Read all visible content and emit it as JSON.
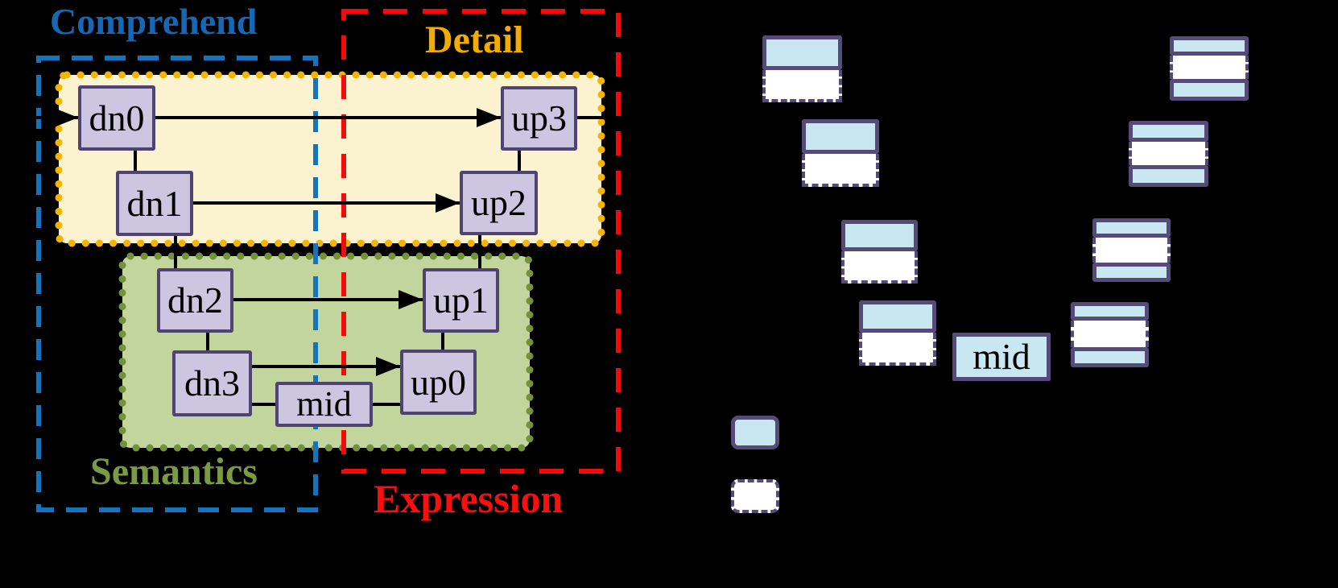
{
  "diagram": {
    "labels": {
      "comprehend": "Comprehend",
      "detail": "Detail",
      "semantics": "Semantics",
      "expression": "Expression"
    },
    "nodes": {
      "dn0": "dn0",
      "dn1": "dn1",
      "dn2": "dn2",
      "dn3": "dn3",
      "mid": "mid",
      "up0": "up0",
      "up1": "up1",
      "up2": "up2",
      "up3": "up3"
    }
  },
  "right_panel": {
    "mid_label": "mid"
  },
  "colors": {
    "bg": "#000000",
    "blue-text": "#1468B4",
    "blue-dash": "#1474BE",
    "gold-text": "#F2AC00",
    "gold-dot": "#F5B400",
    "panel-yellow": "#FBF2D0",
    "olive-text": "#7A9A43",
    "olive-dot": "#74923E",
    "panel-green": "#C1D59C",
    "red-text": "#FB0E0E",
    "red-dash": "#F60909",
    "node-fill": "#CDC6E1",
    "node-border": "#4E4371",
    "fm-blue": "#C8E7F1",
    "fm-border": "#564B78",
    "line": "#000000"
  }
}
